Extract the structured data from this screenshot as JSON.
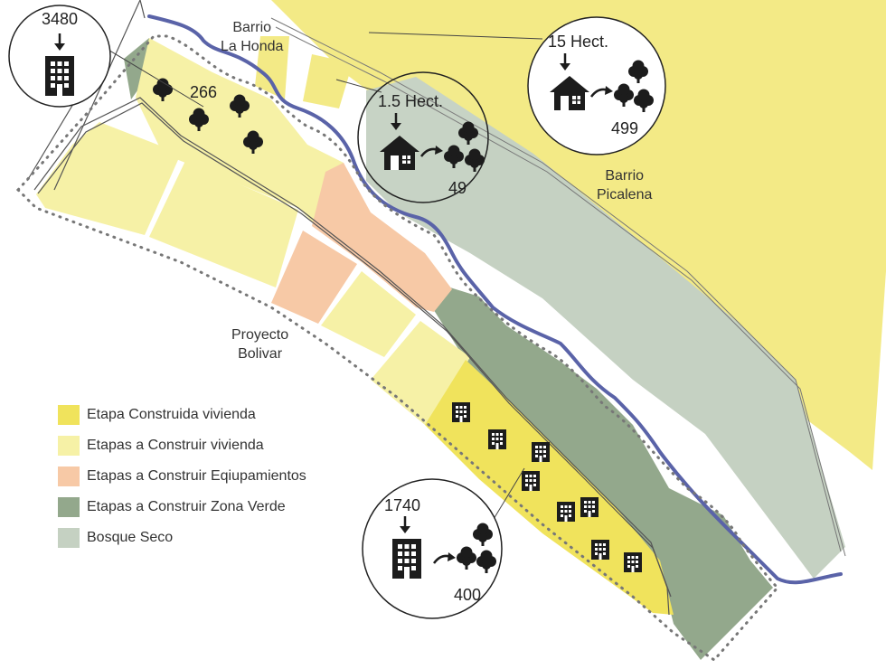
{
  "colors": {
    "built_housing": "#f0e35c",
    "future_housing": "#f6f1a6",
    "equipment": "#f7c9a6",
    "green_zone": "#93a88c",
    "dry_forest": "#c5d1c2",
    "neighborhood_strip": "#f3ea86",
    "river": "#5a63a8",
    "boundary_dots": "#777777",
    "icon": "#1c1c1c"
  },
  "labels": {
    "la_honda": "Barrio\nLa Honda",
    "picalena": "Barrio\nPicalena",
    "bolivar": "Proyecto\nBolivar",
    "trees_266": "266"
  },
  "callouts": {
    "c3480": {
      "value": "3480",
      "icon": "building-icon"
    },
    "c15": {
      "area": "15 Hect.",
      "count": "499",
      "icon": "house-icon"
    },
    "c1_5": {
      "area": "1.5 Hect.",
      "count": "49",
      "icon": "house-icon"
    },
    "c1740": {
      "value": "1740",
      "count": "400",
      "icon": "building-icon"
    }
  },
  "legend": [
    {
      "label": "Etapa Construida vivienda",
      "color": "#f0e35c"
    },
    {
      "label": "Etapas a Construir vivienda",
      "color": "#f6f1a6"
    },
    {
      "label": "Etapas a Construir Eqiupamientos",
      "color": "#f7c9a6"
    },
    {
      "label": "Etapas a Construir Zona Verde",
      "color": "#93a88c"
    },
    {
      "label": "Bosque Seco",
      "color": "#c5d1c2"
    }
  ]
}
